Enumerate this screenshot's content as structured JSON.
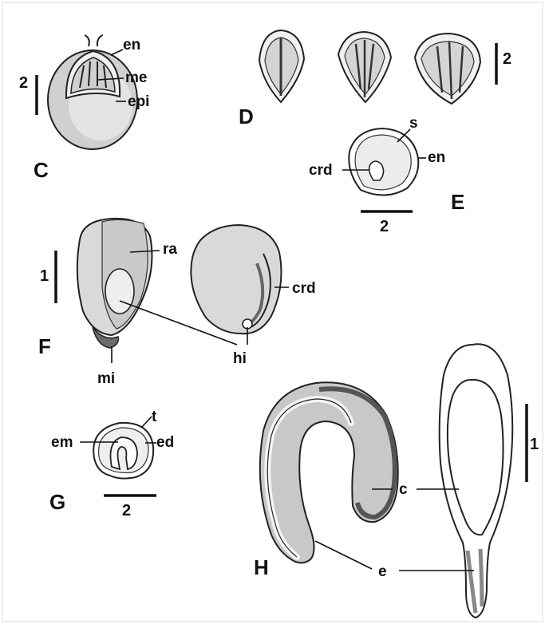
{
  "figure": {
    "panels": {
      "C": {
        "letter": "C",
        "labels": {
          "en": "en",
          "me": "me",
          "epi": "epi"
        },
        "scale": "2"
      },
      "D": {
        "letter": "D",
        "scale": "2"
      },
      "E": {
        "letter": "E",
        "labels": {
          "s": "s",
          "en": "en",
          "crd": "crd"
        },
        "scale": "2"
      },
      "F": {
        "letter": "F",
        "labels": {
          "ra": "ra",
          "crd": "crd",
          "hi": "hi",
          "mi": "mi"
        },
        "scale": "1"
      },
      "G": {
        "letter": "G",
        "labels": {
          "t": "t",
          "em": "em",
          "ed": "ed"
        },
        "scale": "2"
      },
      "H": {
        "letter": "H",
        "labels": {
          "c": "c",
          "e": "e"
        },
        "scale": "1"
      }
    }
  }
}
